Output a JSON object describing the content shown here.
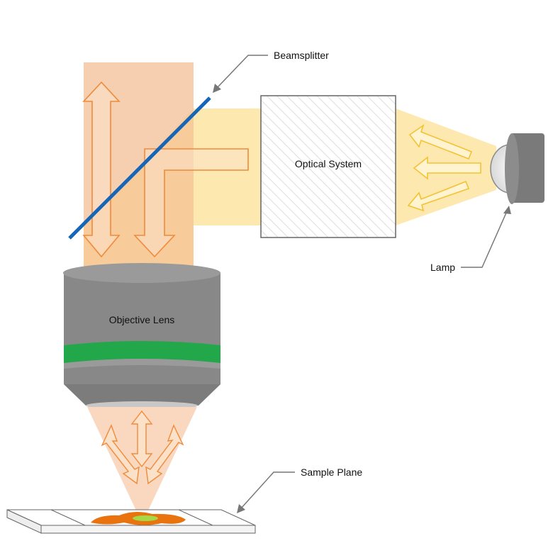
{
  "labels": {
    "beamsplitter": "Beamsplitter",
    "optical_system": "Optical System",
    "lamp": "Lamp",
    "objective_lens": "Objective Lens",
    "sample_plane": "Sample Plane"
  },
  "colors": {
    "emission_beam": "#f5cfb0",
    "excitation_beam": "#fde9b0",
    "overlap_beam": "#f9c98a",
    "cone": "#fad8c0",
    "beamsplitter": "#1565b8",
    "lens_body": "#888888",
    "lens_band": "#22a84a",
    "arrow_orange": "#f08a3a",
    "arrow_yellow": "#f3c233",
    "sample_orange": "#e8730f",
    "sample_center": "#a6d845",
    "callout_line": "#777777"
  }
}
